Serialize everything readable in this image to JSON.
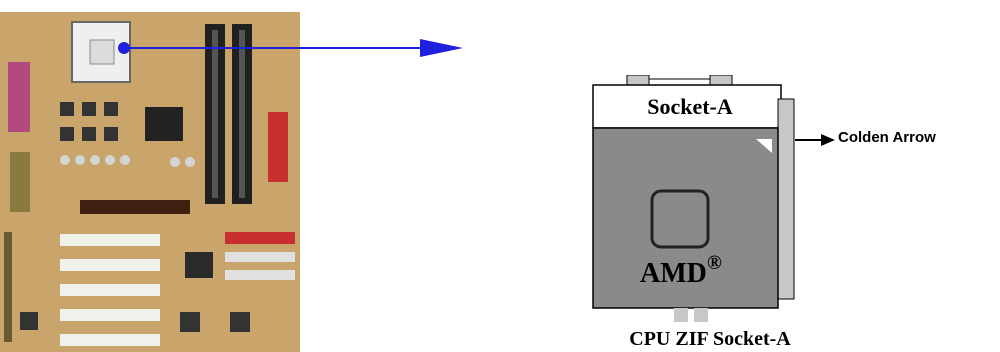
{
  "diagram": {
    "socket_label": "Socket-A",
    "brand_label": "AMD",
    "brand_mark": "®",
    "caption": "CPU ZIF Socket-A",
    "arrow_label": "Colden Arrow"
  },
  "colors": {
    "pointer_arrow": "#1f1fe0",
    "board": "#c9a56b",
    "socket_gray": "#8a8a8a",
    "socket_light": "#c7c7c7"
  },
  "icons": {
    "board": "motherboard-photo",
    "pointer": "blue-arrow-icon",
    "golden_pointer": "black-arrow-icon"
  }
}
